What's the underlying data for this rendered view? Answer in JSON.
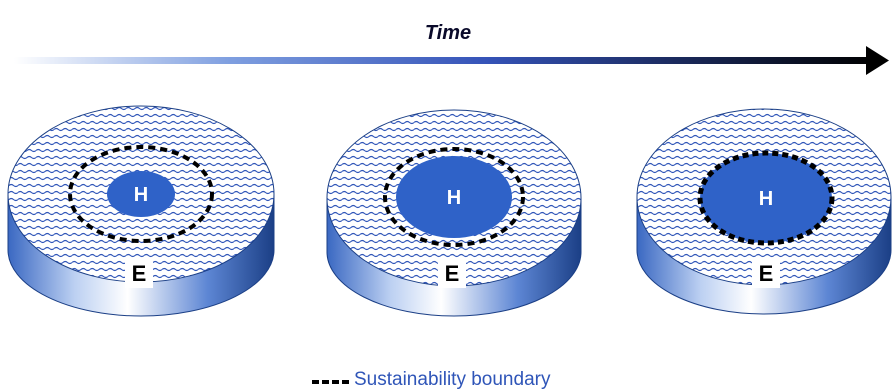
{
  "time_label": "Time",
  "legend": {
    "label": "Sustainability boundary"
  },
  "disks": [
    {
      "inner_label": "H",
      "outer_label": "E",
      "h_size": 0.25,
      "boundary_size": 0.52
    },
    {
      "inner_label": "H",
      "outer_label": "E",
      "h_size": 0.48,
      "boundary_size": 0.52
    },
    {
      "inner_label": "H",
      "outer_label": "E",
      "h_size": 0.55,
      "boundary_size": 0.55
    }
  ],
  "colors": {
    "arrow_start": "#ffffff",
    "arrow_end": "#000000",
    "h_fill": "#2f62c8",
    "disk_side_light": "#ffffff",
    "disk_side_dark": "#274f9c",
    "wave": "#2f55b8",
    "boundary": "#000000",
    "legend_text": "#2f55b8"
  }
}
